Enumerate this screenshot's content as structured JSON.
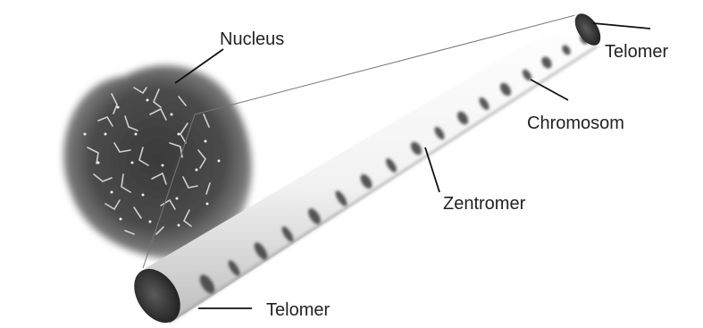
{
  "labels": {
    "nucleus": "Nucleus",
    "telomer_top": "Telomer",
    "chromosom": "Chromosom",
    "zentromer": "Zentromer",
    "telomer_bottom": "Telomer"
  }
}
